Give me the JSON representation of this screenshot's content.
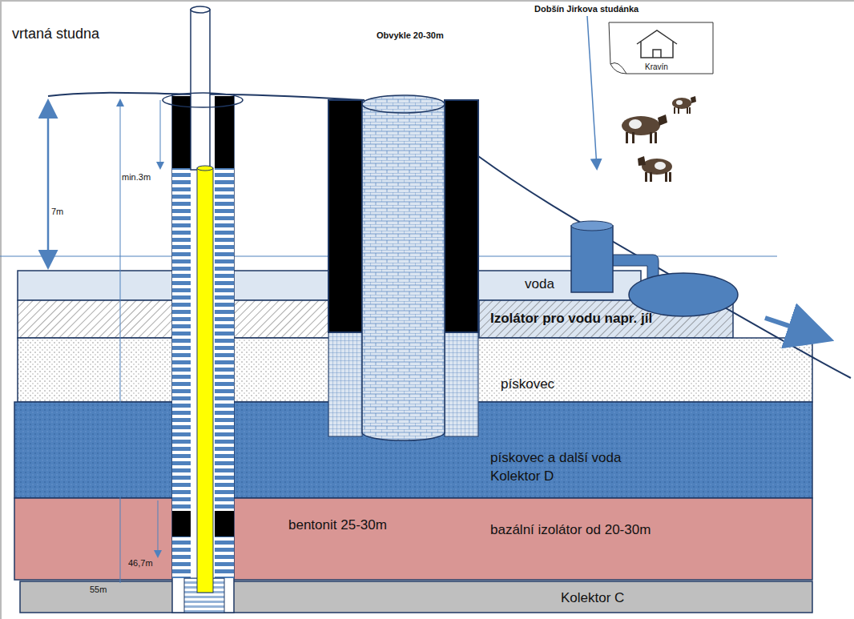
{
  "diagram": {
    "nodes": [
      {
        "text": [
          "voda"
        ]
      },
      {
        "text": [
          "Izolátor pro vodu napr. jíl"
        ]
      },
      {
        "text": [
          "pískovec"
        ]
      },
      {
        "text": [
          "pískovec a další voda",
          "Kolektor D"
        ]
      },
      {
        "text": [
          "bentonit 25-30m",
          "bazální izolátor od 20-30m"
        ]
      },
      {
        "text": [
          "Kolektor C"
        ]
      },
      {
        "text": [
          "Kravín"
        ]
      }
    ],
    "labels": [
      "vrtaná studna",
      "Obvykle 20-30m",
      "Dobšín Jirkova studánka",
      "7m",
      "min.3m",
      "46,7m",
      "55m"
    ]
  }
}
